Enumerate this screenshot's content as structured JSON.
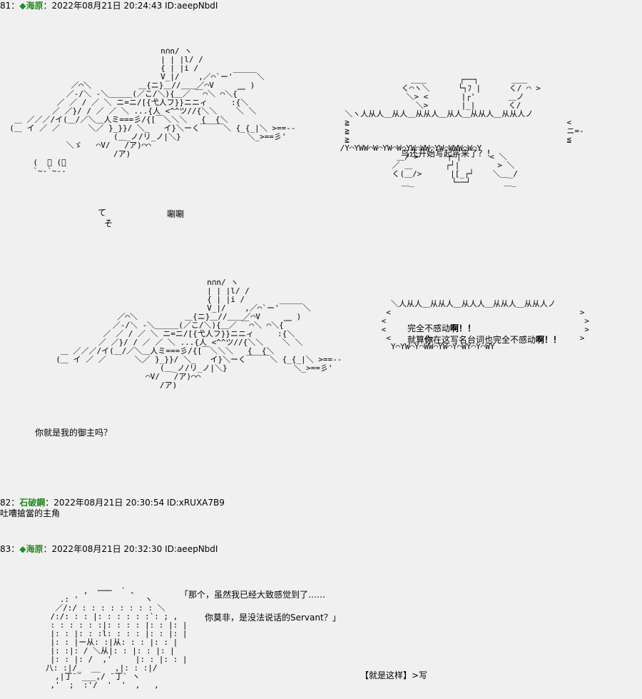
{
  "posts": [
    {
      "num": "81：",
      "diamond": "◆",
      "name": "海原",
      "meta": "：2022年08月21日 20:24:43 ID:aeepNbdI"
    },
    {
      "num": "82：",
      "name": "石破鋼",
      "meta": "：2022年08月21日 20:30:54 ID:xRUXA7B9",
      "body": "吐嘈搶當的主角"
    },
    {
      "num": "83：",
      "diamond": "◆",
      "name": "海原",
      "meta": "：2022年08月21日 20:32:30 ID:aeepNbdI"
    }
  ],
  "panel1": {
    "sfx": "唰唰",
    "te": "て",
    "so": "そ",
    "shout": "鸟还开始写起字来了？！"
  },
  "panel2": {
    "line1_a": "完全不感动",
    "line1_b": "啊！！",
    "line2_a": "就算",
    "line2_b": "你",
    "line2_c": "在这写名台词也完全不感动",
    "line2_d": "啊！！",
    "caption": "你就是我的御主吗？"
  },
  "panel3": {
    "quote1": "「那个，虽然我已经大致感觉到了……",
    "quote2": "你莫非，是没法说话的Servant？」",
    "note": "【就是这样】>写"
  }
}
